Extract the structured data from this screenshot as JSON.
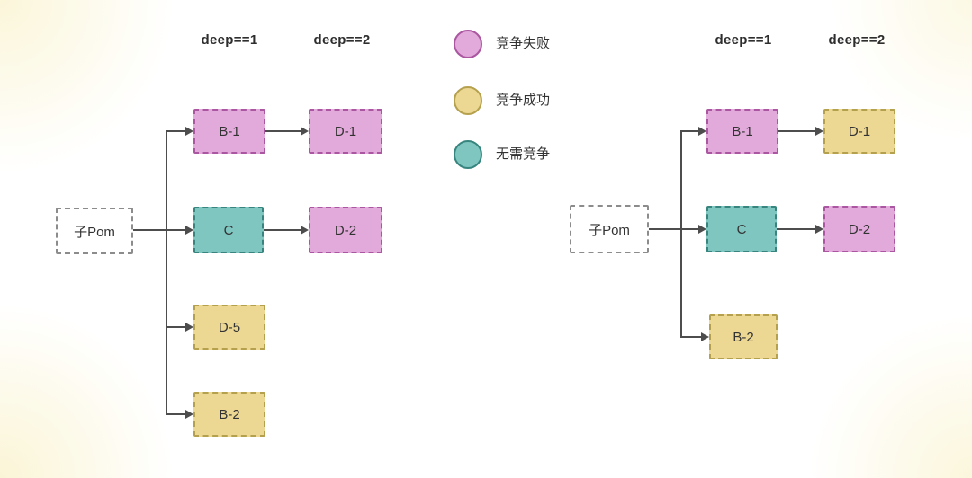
{
  "colors": {
    "fail": {
      "fill": "#e2a9db",
      "border": "#aa56a0"
    },
    "success": {
      "fill": "#ecd793",
      "border": "#b5a14d"
    },
    "none": {
      "fill": "#7fc6c1",
      "border": "#37857e"
    },
    "line": "#4d4d4d"
  },
  "legend": {
    "items": [
      {
        "label": "竞争失败",
        "status": "fail"
      },
      {
        "label": "竞争成功",
        "status": "success"
      },
      {
        "label": "无需竞争",
        "status": "none"
      }
    ]
  },
  "left": {
    "headers": {
      "deep1": "deep==1",
      "deep2": "deep==2"
    },
    "root": {
      "label": "子Pom"
    },
    "nodes": [
      {
        "label": "B-1",
        "status": "fail",
        "depth": 1
      },
      {
        "label": "C",
        "status": "none",
        "depth": 1
      },
      {
        "label": "D-5",
        "status": "success",
        "depth": 1
      },
      {
        "label": "B-2",
        "status": "success",
        "depth": 1
      },
      {
        "label": "D-1",
        "status": "fail",
        "depth": 2
      },
      {
        "label": "D-2",
        "status": "fail",
        "depth": 2
      }
    ]
  },
  "right": {
    "headers": {
      "deep1": "deep==1",
      "deep2": "deep==2"
    },
    "root": {
      "label": "子Pom"
    },
    "nodes": [
      {
        "label": "B-1",
        "status": "fail",
        "depth": 1
      },
      {
        "label": "C",
        "status": "none",
        "depth": 1
      },
      {
        "label": "B-2",
        "status": "success",
        "depth": 1
      },
      {
        "label": "D-1",
        "status": "success",
        "depth": 2
      },
      {
        "label": "D-2",
        "status": "fail",
        "depth": 2
      }
    ]
  }
}
